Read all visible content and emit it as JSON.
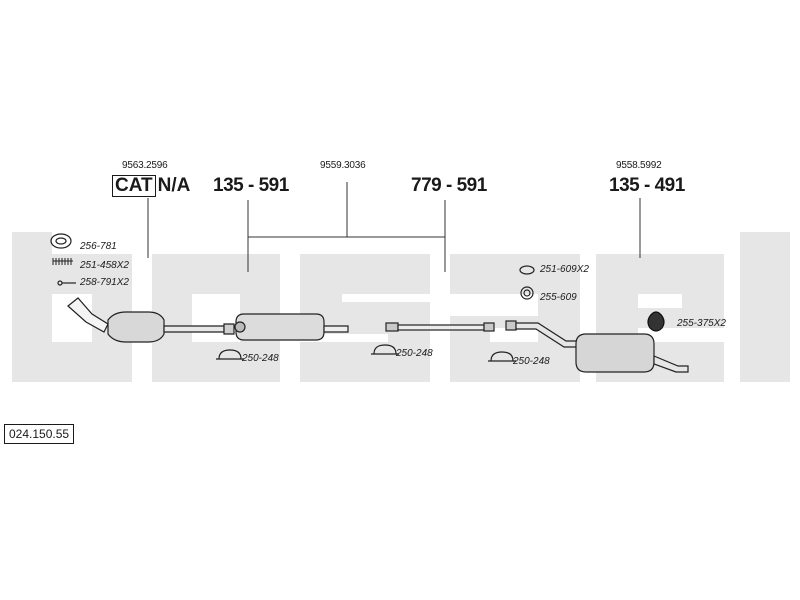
{
  "watermark": {
    "shape": "bosal-logo-blocks",
    "color": "#e6e6e6"
  },
  "catalog_code": "024.150.55",
  "cat_badge": {
    "cat": "CAT",
    "na": "N/A"
  },
  "reference_numbers": {
    "left": "9563.2596",
    "middle": "9559.3036",
    "right": "9558.5992"
  },
  "main_parts": {
    "front_pipe": "135 - 591",
    "middle_pipe": "779 - 591",
    "rear_silencer": "135 - 491"
  },
  "fittings": {
    "gasket_ring": "256-781",
    "spring": "251-458X2",
    "bolt": "258-791X2",
    "clamp_1": "250-248",
    "clamp_2": "250-248",
    "clamp_3": "250-248",
    "rubber_mount": "251-609X2",
    "ring_mount": "255-609",
    "hanger": "255-375X2"
  }
}
